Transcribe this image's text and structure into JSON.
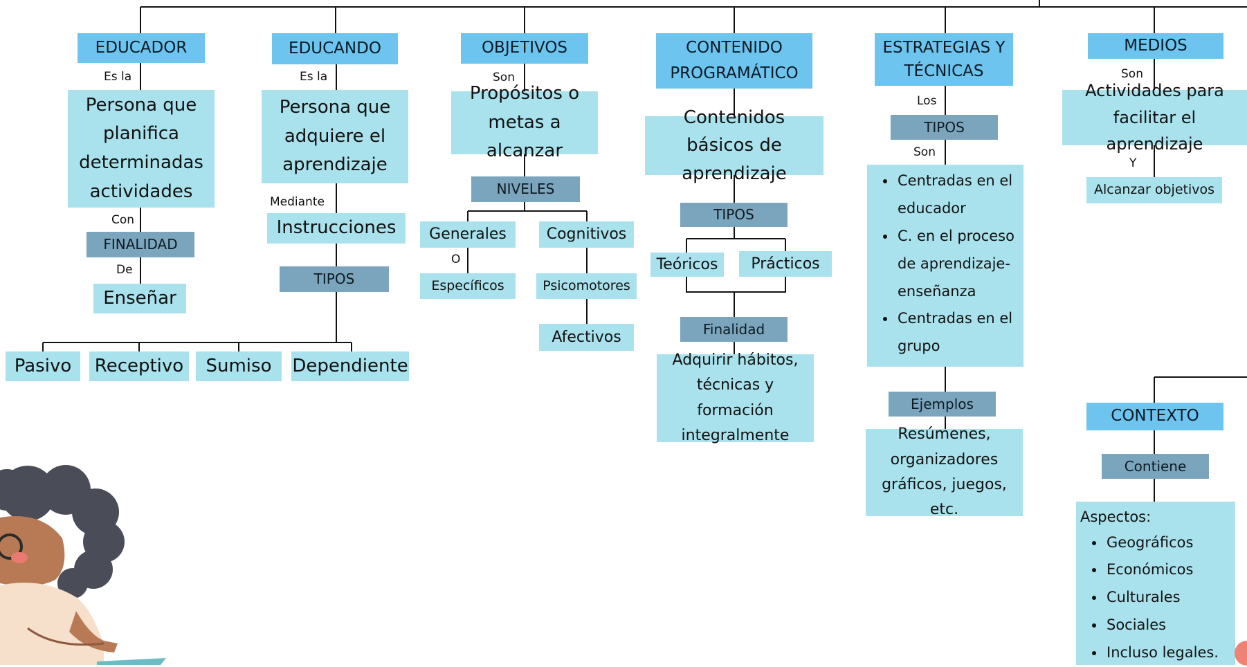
{
  "educador": {
    "title": "EDUCADOR",
    "c1": "Es la",
    "def": "Persona que planifica determinadas actividades",
    "c2": "Con",
    "finalidad": "FINALIDAD",
    "c3": "De",
    "ensenar": "Enseñar"
  },
  "educando": {
    "title": "EDUCANDO",
    "c1": "Es la",
    "def": "Persona que adquiere el aprendizaje",
    "c2": "Mediante",
    "instrucciones": "Instrucciones",
    "tipos": "TIPOS",
    "types": [
      "Pasivo",
      "Receptivo",
      "Sumiso",
      "Dependiente"
    ]
  },
  "objetivos": {
    "title": "OBJETIVOS",
    "c1": "Son",
    "def": "Propósitos o metas a alcanzar",
    "niveles": "NIVELES",
    "generales": "Generales",
    "c2": "O",
    "especificos": "Específicos",
    "cognitivos": "Cognitivos",
    "psicomotores": "Psicomotores",
    "afectivos": "Afectivos"
  },
  "contenido": {
    "title": "CONTENIDO PROGRAMÁTICO",
    "def": "Contenidos básicos de aprendizaje",
    "tipos": "TIPOS",
    "teoricos": "Teóricos",
    "practicos": "Prácticos",
    "finalidad": "Finalidad",
    "result": "Adquirir hábitos, técnicas y formación integralmente"
  },
  "estrategias": {
    "title": "ESTRATEGIAS Y TÉCNICAS",
    "c1": "Los",
    "tipos": "TIPOS",
    "c2": "Son",
    "items": [
      "Centradas en el educador",
      "C. en el proceso de aprendizaje-enseñanza",
      "Centradas en el grupo"
    ],
    "ejemplos": "Ejemplos",
    "examples": "Resúmenes, organizadores gráficos, juegos, etc."
  },
  "medios": {
    "title": "MEDIOS",
    "c1": "Son",
    "def": "Actividades para facilitar el aprendizaje",
    "c2": "Y",
    "goal": "Alcanzar objetivos"
  },
  "contexto": {
    "title": "CONTEXTO",
    "contiene": "Contiene",
    "aspectos": "Aspectos:",
    "items": [
      "Geográficos",
      "Económicos",
      "Culturales",
      "Sociales",
      "Incluso legales."
    ]
  },
  "colors": {
    "heading": "#6cc4ef",
    "definition": "#a9e2ec",
    "grouping": "#7ba5bd",
    "connector": "#111111"
  }
}
